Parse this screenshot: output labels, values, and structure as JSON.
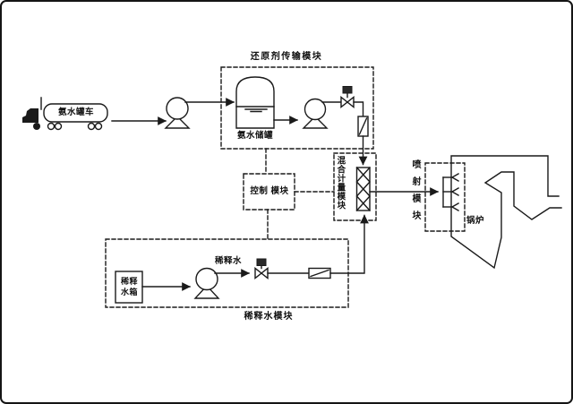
{
  "diagram": {
    "type": "process-flow-diagram",
    "modules": {
      "reductant_transport": {
        "label": "还原剂传输模块"
      },
      "control": {
        "label": "控制 模块"
      },
      "mixing_metering": {
        "label": "混合计量模块"
      },
      "injection": {
        "label": "喷射模块"
      },
      "dilution_water": {
        "label": "稀释水模块"
      }
    },
    "equipment": {
      "ammonia_truck": {
        "label": "氨水罐车",
        "icon": "truck-icon"
      },
      "ammonia_storage_tank": {
        "label": "氨水储罐",
        "icon": "dome-tank-icon"
      },
      "dilution_water_tank": {
        "label": "稀释水箱",
        "icon": "tank-box-icon"
      },
      "boiler": {
        "label": "锅炉",
        "icon": "boiler-outline-icon"
      },
      "pumps": {
        "count": 3,
        "icon": "centrifugal-pump-icon"
      },
      "control_valves": {
        "count": 2,
        "icon": "control-valve-icon"
      },
      "flow_meters": {
        "count": 2,
        "icon": "flow-meter-icon"
      },
      "static_mixer": {
        "sections": 3,
        "icon": "static-mixer-icon"
      },
      "spray_nozzles": {
        "count": 3,
        "icon": "spray-nozzle-icon"
      }
    },
    "streams": {
      "dilution_water_line": {
        "label": "稀释水"
      }
    },
    "colors": {
      "line": "#1a1a1a",
      "background": "#ffffff",
      "actuator_fill": "#2a2a2a"
    }
  }
}
